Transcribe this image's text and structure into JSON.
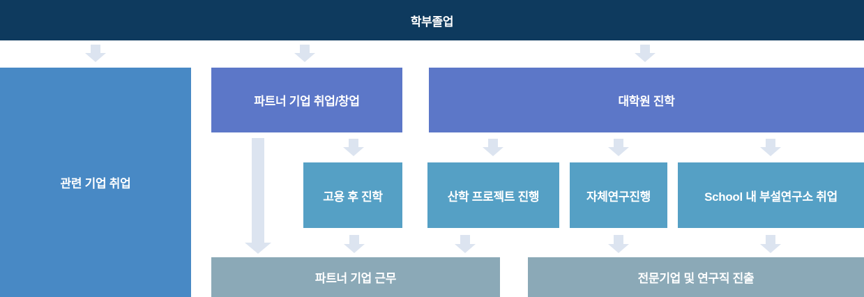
{
  "banner": {
    "label": "학부졸업"
  },
  "colors": {
    "banner_bg": "#0e3a5e",
    "blue_box": "#4889c5",
    "purple_box": "#5c77c8",
    "teal_box": "#55a0c5",
    "gray_box": "#8ba9b7",
    "arrow": "#dce4f0",
    "text": "#ffffff"
  },
  "flow": {
    "related_company": {
      "label": "관련 기업 취업"
    },
    "partner_employment": {
      "label": "파트너 기업 취업/창업"
    },
    "grad_school": {
      "label": "대학원 진학"
    },
    "study_after_employment": {
      "label": "고용 후 진학"
    },
    "industry_academia_project": {
      "label": "산학 프로젝트 진행"
    },
    "independent_research": {
      "label": "자체연구진행"
    },
    "school_research_institute": {
      "label": "School 내 부설연구소 취업"
    },
    "partner_company_work": {
      "label": "파트너 기업 근무"
    },
    "professional_research_career": {
      "label": "전문기업 및 연구직 진출"
    }
  }
}
